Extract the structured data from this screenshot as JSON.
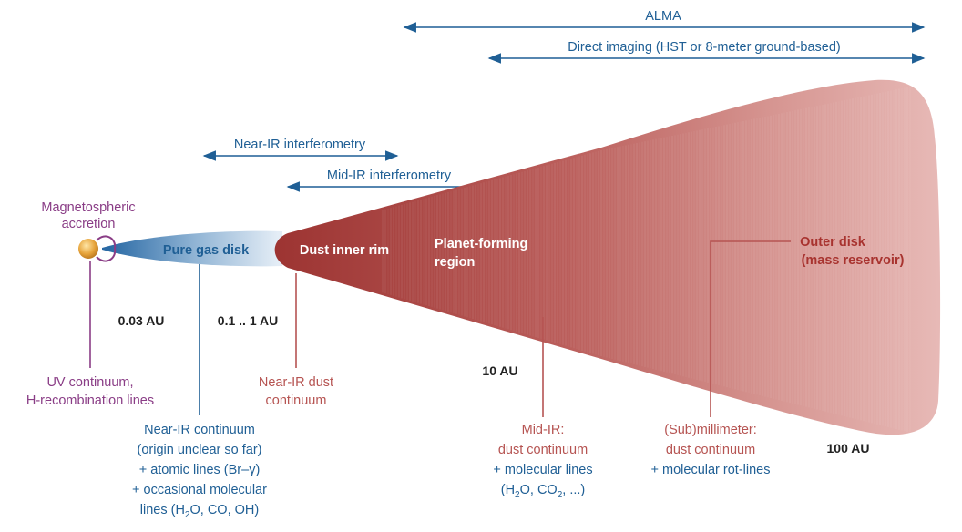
{
  "colors": {
    "instrument_arrow": "#1f5f95",
    "magnetosphere": "#8a3d86",
    "dust_callout": "#b65452",
    "disk_dark": "#9c3331",
    "disk_light": "#e4b3b0",
    "gas_disk": "#2a6aa5",
    "star": "#e6a33a"
  },
  "instruments": {
    "alma": "ALMA",
    "direct_imaging": "Direct imaging (HST or 8-meter ground-based)",
    "near_ir_interf": "Near-IR interferometry",
    "mid_ir_interf": "Mid-IR interferometry"
  },
  "regions": {
    "magnetospheric": [
      "Magnetospheric",
      "accretion"
    ],
    "pure_gas": "Pure gas disk",
    "dust_rim": "Dust inner rim",
    "planet_forming": [
      "Planet-forming",
      "region"
    ],
    "outer_disk": [
      "Outer disk",
      "(mass reservoir)"
    ]
  },
  "distances": {
    "d1": "0.03 AU",
    "d2": "0.1 .. 1 AU",
    "d3": "10 AU",
    "d4": "100 AU"
  },
  "tracers": {
    "uv": [
      "UV continuum,",
      "H-recombination lines"
    ],
    "nir_dust": [
      "Near-IR dust",
      "continuum"
    ],
    "nir_cont": [
      "Near-IR continuum",
      "(origin unclear so far)",
      "+ atomic lines (Br–γ)",
      "+ occasional molecular",
      "lines (H",
      "2",
      "O, CO, OH)"
    ],
    "mid_ir": [
      "Mid-IR:",
      "dust continuum",
      "+ molecular lines",
      "(H",
      "2",
      "O, CO",
      "2",
      ", ...)"
    ],
    "submm": [
      "(Sub)millimeter:",
      "dust continuum",
      "+ molecular rot-lines"
    ]
  }
}
